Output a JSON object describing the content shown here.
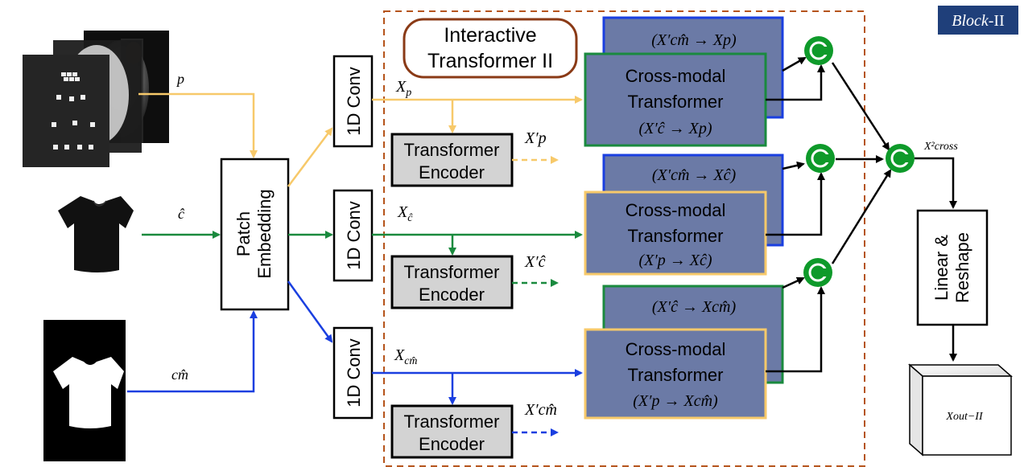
{
  "block_label": {
    "prefix": "Block",
    "suffix": "-II",
    "bg": "#1f3f7a"
  },
  "region_title_line1": "Interactive",
  "region_title_line2": "Transformer II",
  "colors": {
    "pose": "#f7c96a",
    "cloth": "#1a8a3e",
    "mask": "#1a3fe0",
    "concat": "#0e9a2a",
    "cm_fill": "#6b7aa6",
    "te_fill": "#d3d3d3",
    "region_border": "#b5541b"
  },
  "inputs": {
    "p": "p",
    "c": "ĉ",
    "cm": "cm̂"
  },
  "patch_embedding_line1": "Patch",
  "patch_embedding_line2": "Embedding",
  "conv_label": "1D Conv",
  "x_labels": {
    "xp": "X",
    "xp_sub": "p",
    "xc": "X",
    "xc_sub": "ĉ",
    "xcm": "X",
    "xcm_sub": "cm̂"
  },
  "encoder_line1": "Transformer",
  "encoder_line2": "Encoder",
  "encoder_outputs": {
    "p": "X′p",
    "c": "X′ĉ",
    "cm": "X′cm̂"
  },
  "cross_modal_line1": "Cross-modal",
  "cross_modal_line2": "Transformer",
  "back_boxes": [
    "(X′cm̂ → Xp)",
    "(X′cm̂ → Xĉ)",
    "(X′ĉ → Xcm̂)"
  ],
  "front_boxes": [
    "(X′ĉ → Xp)",
    "(X′p → Xĉ)",
    "(X′p → Xcm̂)"
  ],
  "concat_symbol": "C",
  "cross_label": "X²cross",
  "linear_line1": "Linear &",
  "linear_line2": "Reshape",
  "output_label": "Xout−II"
}
